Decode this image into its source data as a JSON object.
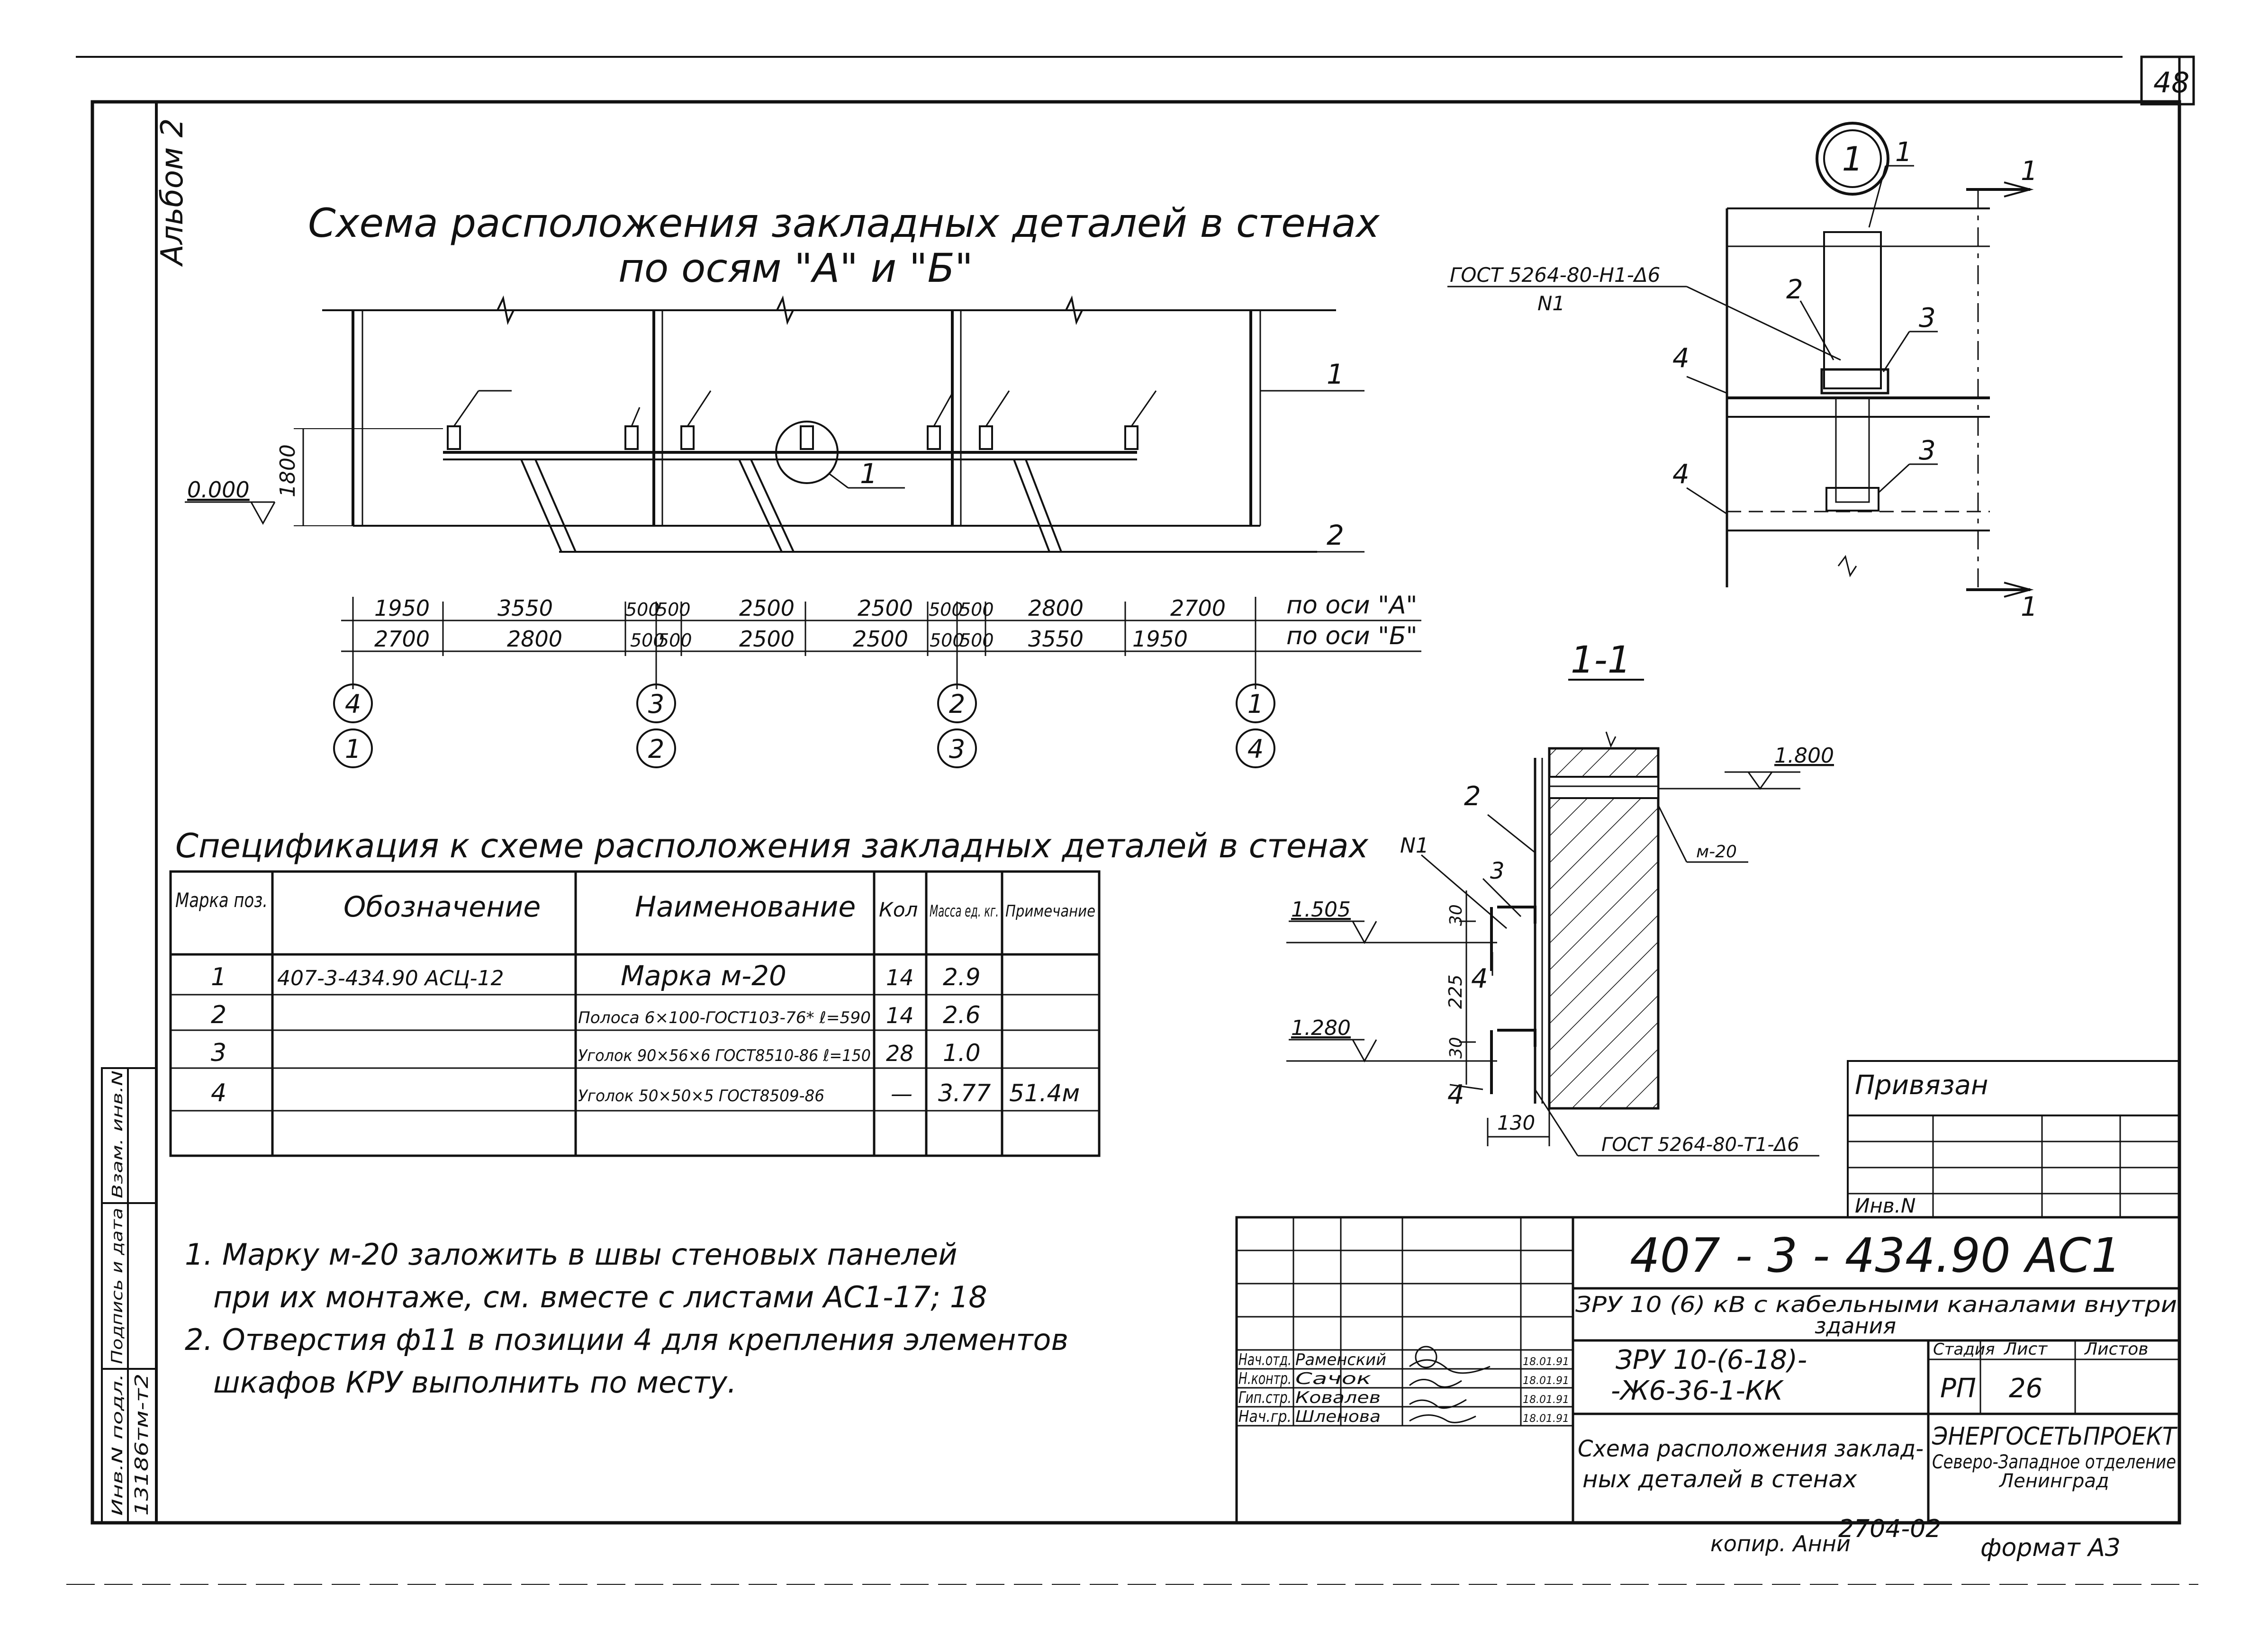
{
  "sheet_number": "48",
  "album_label": "Альбом 2",
  "title": {
    "line1": "Схема расположения закладных деталей в стенах",
    "line2": "по осям \"А\" и \"Б\""
  },
  "scheme": {
    "leader_labels": [
      "1",
      "2"
    ],
    "level_0": "0.000",
    "height_1800": "1800",
    "callout_1": "1",
    "row_a_label": "по оси \"А\"",
    "row_b_label": "по оси \"Б\"",
    "dims_a": [
      "1950",
      "3550",
      "500",
      "500",
      "2500",
      "2500",
      "500",
      "500",
      "2800",
      "2700"
    ],
    "dims_b": [
      "2700",
      "2800",
      "500",
      "500",
      "2500",
      "2500",
      "500",
      "500",
      "3550",
      "1950"
    ],
    "axes_top": [
      "4",
      "3",
      "2",
      "1"
    ],
    "axes_bottom": [
      "1",
      "2",
      "3",
      "4"
    ]
  },
  "node1": {
    "circle_label": "1",
    "gost": "ГОСТ 5264-80-Н1-Δ6",
    "n1": "N1",
    "labels": [
      "1",
      "2",
      "3",
      "3",
      "4",
      "4"
    ],
    "cut_marks": [
      "1",
      "1"
    ]
  },
  "section": {
    "title": "1-1",
    "level_1800": "1.800",
    "level_1505": "1.505",
    "level_1280": "1.280",
    "m20": "м-20",
    "n1": "N1",
    "labels": [
      "2",
      "3",
      "4",
      "4"
    ],
    "dims": [
      "30",
      "225",
      "30",
      "130"
    ],
    "gost": "ГОСТ 5264-80-Т1-Δ6"
  },
  "spec": {
    "title": "Спецификация к схеме расположения закладных деталей в стенах",
    "headers": [
      "Марка поз.",
      "Обозначение",
      "Наименование",
      "Кол",
      "Масса ед. кг.",
      "Примечание"
    ],
    "rows": [
      [
        "1",
        "407-3-434.90   АСЦ-12",
        "Марка    м-20",
        "14",
        "2.9",
        ""
      ],
      [
        "2",
        "",
        "Полоса 6×100-ГОСТ103-76* ℓ=590",
        "14",
        "2.6",
        ""
      ],
      [
        "3",
        "",
        "Уголок 90×56×6 ГОСТ8510-86 ℓ=150",
        "28",
        "1.0",
        ""
      ],
      [
        "4",
        "",
        "Уголок 50×50×5 ГОСТ8509-86",
        "—",
        "3.77",
        "51.4м"
      ]
    ]
  },
  "notes": [
    "1. Марку м-20 заложить в швы стеновых панелей",
    "при их монтаже, см. вместе с листами АС1-17; 18",
    "2. Отверстия ф11 в позиции 4 для крепления элементов",
    "шкафов КРУ выполнить по месту."
  ],
  "side_stamp": {
    "labels": [
      "Взам. инв.N",
      "Подпись и дата",
      "Инв.N подл."
    ],
    "inv_number": "13186тм-т2"
  },
  "privyazan": {
    "label": "Привязан",
    "inv_label": "Инв.N"
  },
  "title_block": {
    "code": "407 - 3 - 434.90   АС1",
    "object_line1": "ЗРУ 10 (6) кВ с кабельными каналами внутри",
    "object_line2": "здания",
    "variant_line1": "ЗРУ 10-(6-18)-",
    "variant_line2": "-Ж6-36-1-КК",
    "stage_label": "Стадия",
    "sheet_label": "Лист",
    "sheets_label": "Листов",
    "stage": "РП",
    "sheet": "26",
    "sheets": "",
    "drawing_line1": "Схема расположения заклад-",
    "drawing_line2": "ных деталей в стенах",
    "org_line1": "ЭНЕРГОСЕТЬПРОЕКТ",
    "org_line2": "Северо-Западное отделение",
    "org_line3": "Ленинград",
    "people": [
      {
        "role": "Нач.отд.",
        "name": "Раменский",
        "date": "18.01.91"
      },
      {
        "role": "Н.контр.",
        "name": "Сачок",
        "date": "18.01.91"
      },
      {
        "role": "Гип.стр.",
        "name": "Ковалев",
        "date": "18.01.91"
      },
      {
        "role": "Нач.гр.",
        "name": "Шленова",
        "date": "18.01.91"
      }
    ]
  },
  "footer": {
    "copied": "копир. Анни",
    "number": "2704-02",
    "format": "формат А3"
  }
}
